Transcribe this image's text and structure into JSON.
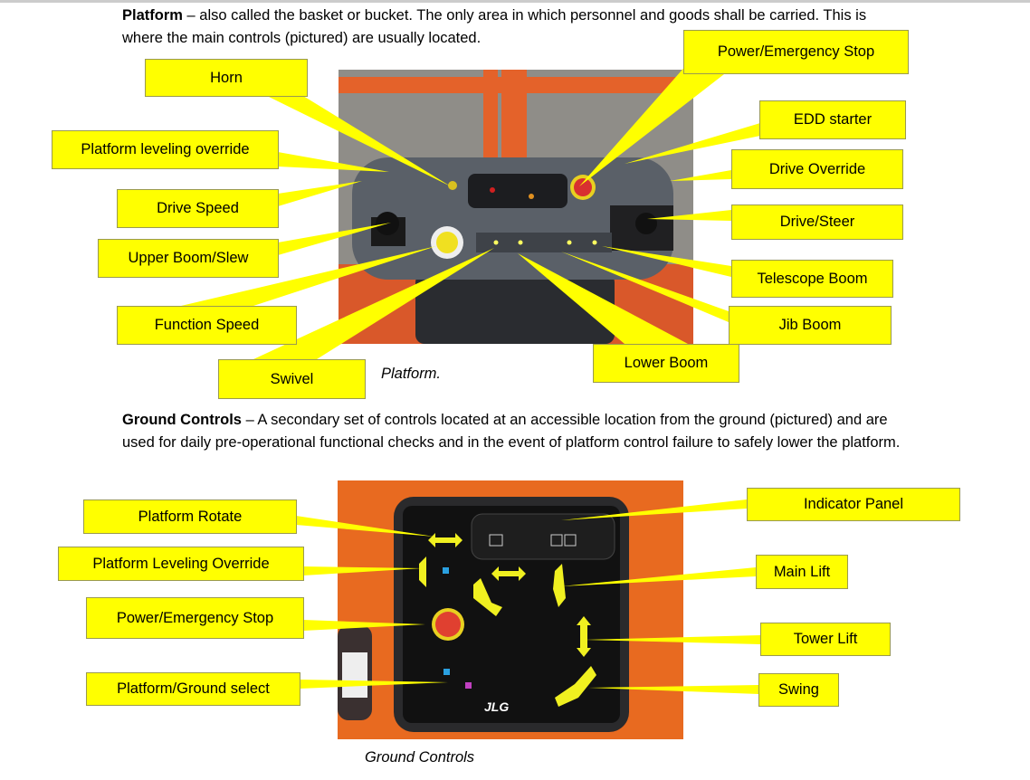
{
  "platform_section": {
    "heading": "Platform",
    "text": " – also called the basket or bucket.  The only area in which personnel and goods shall be carried.  This is where the main controls (pictured) are usually located.",
    "caption": "Platform.",
    "callouts": {
      "horn": "Horn",
      "power_emergency_stop": "Power/Emergency Stop",
      "edd_starter": "EDD starter",
      "platform_leveling_override": "Platform leveling override",
      "drive_override": "Drive Override",
      "drive_speed": "Drive Speed",
      "drive_steer": "Drive/Steer",
      "upper_boom_slew": "Upper Boom/Slew",
      "telescope_boom": "Telescope Boom",
      "function_speed": "Function Speed",
      "jib_boom": "Jib Boom",
      "swivel": "Swivel",
      "lower_boom": "Lower Boom"
    }
  },
  "ground_section": {
    "heading": "Ground Controls",
    "text": " – A secondary set of controls located at an accessible location from the ground (pictured) and are used for daily pre-operational functional checks and in the event of platform control failure to safely lower the platform.",
    "caption": "Ground Controls",
    "callouts": {
      "platform_rotate": "Platform Rotate",
      "indicator_panel": "Indicator Panel",
      "platform_leveling_override": "Platform Leveling Override",
      "main_lift": "Main Lift",
      "power_emergency_stop": "Power/Emergency Stop",
      "tower_lift": "Tower Lift",
      "platform_ground_select": "Platform/Ground select",
      "swing": "Swing"
    }
  },
  "colors": {
    "callout": "#ffff00",
    "lift_orange": "#e8601c",
    "panel_gray": "#5a6068"
  }
}
